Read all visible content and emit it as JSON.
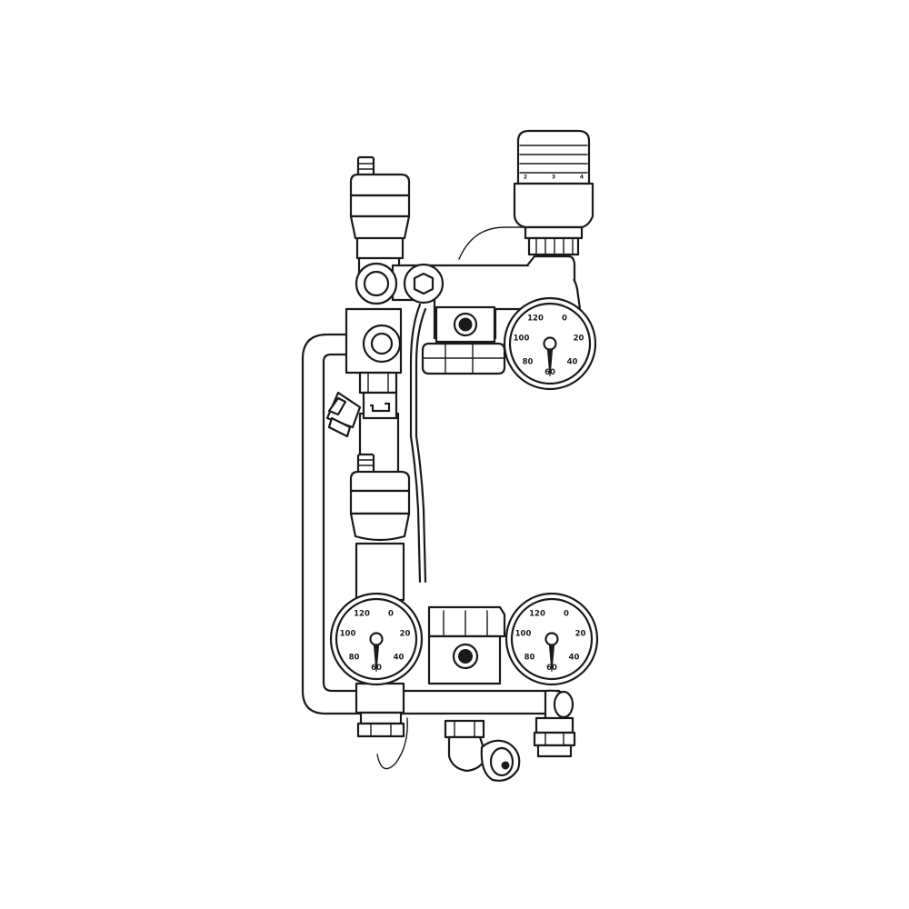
{
  "diagram": {
    "gauge_scale": [
      "0",
      "20",
      "40",
      "60",
      "80",
      "100",
      "120"
    ],
    "thermostat_scale": [
      "2",
      "3",
      "4"
    ],
    "gauge_readings": [
      60,
      60,
      60
    ],
    "colors": {
      "line": "#1a1a1a",
      "background": "#ffffff"
    }
  }
}
